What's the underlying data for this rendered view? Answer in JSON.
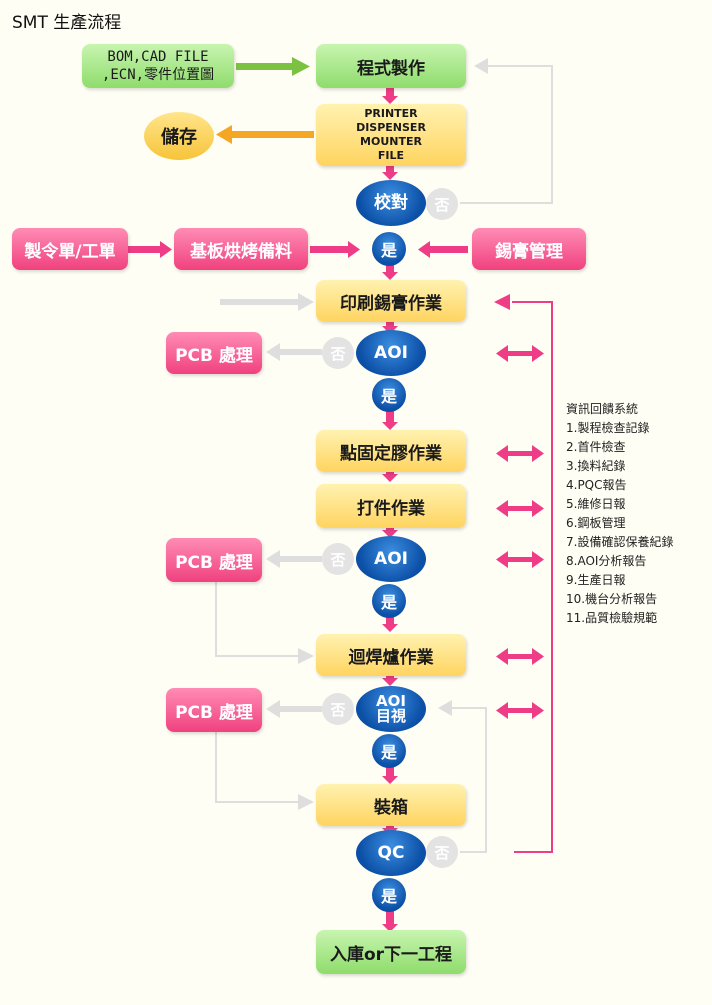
{
  "title": "SMT 生產流程",
  "nodes": {
    "bom": "BOM,CAD FILE\n,ECN,零件位置圖",
    "program": "程式製作",
    "file": "PRINTER\nDISPENSER\nMOUNTER\nFILE",
    "storage": "儲存",
    "verify": "校對",
    "order": "製令單/工單",
    "bake": "基板烘烤備料",
    "solder_mgmt": "錫膏管理",
    "print": "印刷錫膏作業",
    "pcb1": "PCB 處理",
    "aoi1": "AOI",
    "glue": "點固定膠作業",
    "mount": "打件作業",
    "pcb2": "PCB 處理",
    "aoi2": "AOI",
    "reflow": "迴焊爐作業",
    "pcb3": "PCB 處理",
    "aoi3": "AOI\n目視",
    "pack": "裝箱",
    "qc": "QC",
    "stock": "入庫or下一工程"
  },
  "yes_label": "是",
  "no_label": "否",
  "feedback": {
    "title": "資訊回饋系統",
    "items": [
      "1.製程檢查記錄",
      "2.首件檢查",
      "3.換料紀錄",
      "4.PQC報告",
      "5.維修日報",
      "6.鋼板管理",
      "7.設備確認保養紀錄",
      "8.AOI分析報告",
      "9.生產日報",
      "10.機台分析報告",
      "11.品質檢驗規範"
    ]
  },
  "colors": {
    "pink": "#ee3d86",
    "gray": "#dedede",
    "green": "#7cc242",
    "orange": "#f5a623",
    "blue": "#0b4fa6"
  }
}
